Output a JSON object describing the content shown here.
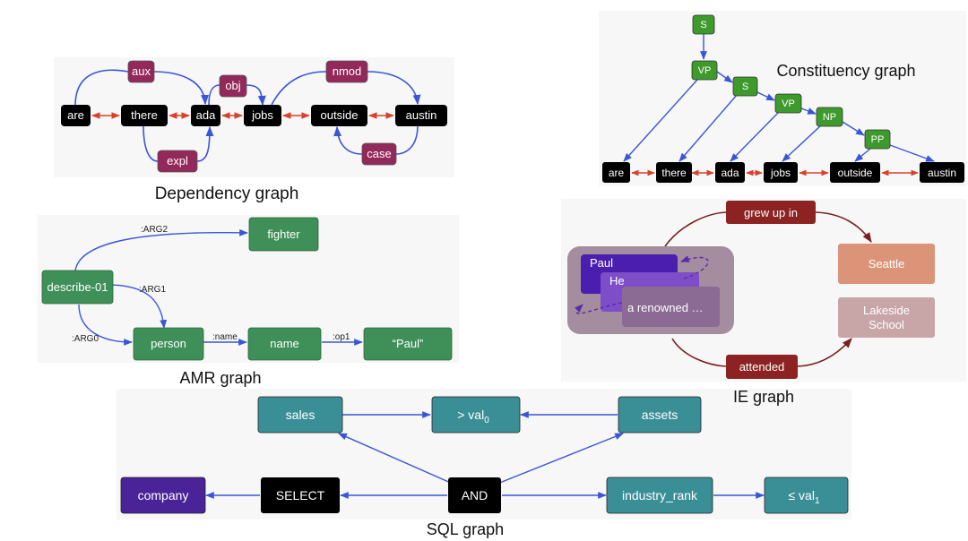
{
  "dependency": {
    "caption": "Dependency graph",
    "words": [
      "are",
      "there",
      "ada",
      "jobs",
      "outside",
      "austin"
    ],
    "relations": [
      "aux",
      "obj",
      "nmod",
      "expl",
      "case"
    ]
  },
  "constituency": {
    "caption": "Constituency graph",
    "nonterminals": [
      "S",
      "VP",
      "S",
      "VP",
      "NP",
      "PP"
    ],
    "words": [
      "are",
      "there",
      "ada",
      "jobs",
      "outside",
      "austin"
    ]
  },
  "amr": {
    "caption": "AMR graph",
    "nodes": [
      "describe-01",
      "fighter",
      "person",
      "name",
      "“Paul”"
    ],
    "edges": [
      ":ARG2",
      ":ARG1",
      ":ARG0",
      ":name",
      ":op1"
    ]
  },
  "ie": {
    "caption": "IE graph",
    "mentions": [
      "Paul",
      "He",
      "a renowned …"
    ],
    "relations": [
      "grew up in",
      "attended"
    ],
    "entities": [
      "Seattle",
      "Lakeside School"
    ]
  },
  "sql": {
    "caption": "SQL graph",
    "nodes": [
      "sales",
      "> val",
      "assets",
      "company",
      "SELECT",
      "AND",
      "industry_rank",
      "≤ val"
    ],
    "subscripts": [
      "0",
      "1"
    ]
  },
  "colors": {
    "dep_word": "#000000",
    "dep_relation": "#93285a",
    "edge_blue": "#3a55d8",
    "arrow_red": "#d8412b",
    "const_node": "#3e9a2c",
    "amr_node": "#3f8f58",
    "ie_relation": "#8c2222",
    "ie_seattle": "#dc9479",
    "ie_school": "#c8a5a7",
    "sql_teal": "#3a8f96",
    "sql_purple": "#4a2398"
  }
}
